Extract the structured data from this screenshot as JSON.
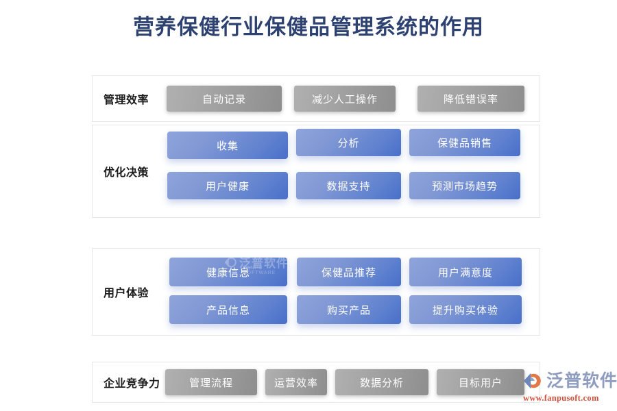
{
  "title": "营养保健行业保健品管理系统的作用",
  "colors": {
    "title_text": "#2e4272",
    "blue_box_light": "#8fa4da",
    "blue_box_dark": "#486fc9",
    "gray_box_light": "#b0b0b0",
    "gray_box_dark": "#8e8e8e",
    "panel_border": "#e6e6e6",
    "brand_name": "#8e9cbf",
    "brand_url": "#d2503c",
    "background": "#ffffff"
  },
  "rows": [
    {
      "label": "管理效率",
      "style": "gray",
      "boxes": [
        "自动记录",
        "减少人工操作",
        "降低错误率"
      ]
    },
    {
      "label": "优化决策",
      "style": "blue",
      "boxes": [
        "收集",
        "分析",
        "保健品销售",
        "用户健康",
        "数据支持",
        "预测市场趋势"
      ]
    },
    {
      "label": "用户体验",
      "style": "blue",
      "boxes": [
        "健康信息",
        "保健品推荐",
        "用户满意度",
        "产品信息",
        "购买产品",
        "提升购买体验"
      ]
    },
    {
      "label": "企业竞争力",
      "style": "gray",
      "boxes": [
        "管理流程",
        "运营效率",
        "数据分析",
        "目标用户"
      ]
    }
  ],
  "watermark": {
    "name": "泛普软件",
    "sub": "FANPU SOFTWARE"
  },
  "brand": {
    "name": "泛普软件",
    "url": "www.fanpusoft.com"
  }
}
